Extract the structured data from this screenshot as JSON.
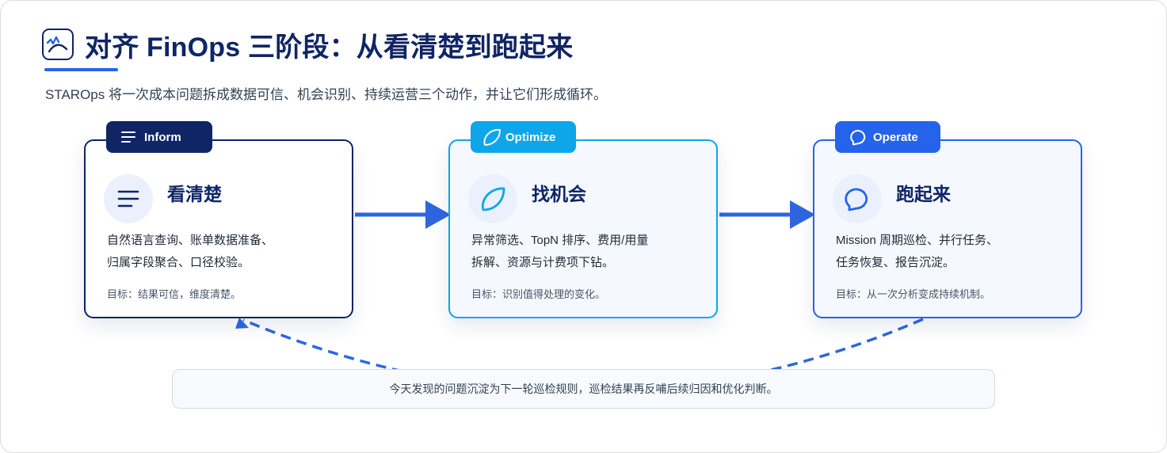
{
  "header": {
    "logo_icon": "pulse-chart-icon",
    "title": "对齐 FinOps 三阶段：从看清楚到跑起来",
    "subtitle": "STAROps 将一次成本问题拆成数据可信、机会识别、持续运营三个动作，并让它们形成循环。"
  },
  "colors": {
    "navy": "#0f2565",
    "sky": "#0ea5e9",
    "blue": "#2563eb",
    "arrow": "#2f66e0"
  },
  "stages": [
    {
      "badge": "Inform",
      "badge_icon": "list-lines-icon",
      "icon": "list-lines-icon",
      "heading": "看清楚",
      "desc_line1": "自然语言查询、账单数据准备、",
      "desc_line2": "归属字段聚合、口径校验。",
      "goal": "目标：结果可信，维度清楚。"
    },
    {
      "badge": "Optimize",
      "badge_icon": "leaf-icon",
      "icon": "leaf-icon",
      "heading": "找机会",
      "desc_line1": "异常筛选、TopN 排序、费用/用量",
      "desc_line2": "拆解、资源与计费项下钻。",
      "goal": "目标：识别值得处理的变化。"
    },
    {
      "badge": "Operate",
      "badge_icon": "loop-icon",
      "icon": "loop-icon",
      "heading": "跑起来",
      "desc_line1": "Mission 周期巡检、并行任务、",
      "desc_line2": "任务恢复、报告沉淀。",
      "goal": "目标：从一次分析变成持续机制。"
    }
  ],
  "loop_note": "今天发现的问题沉淀为下一轮巡检规则，巡检结果再反哺后续归因和优化判断。"
}
